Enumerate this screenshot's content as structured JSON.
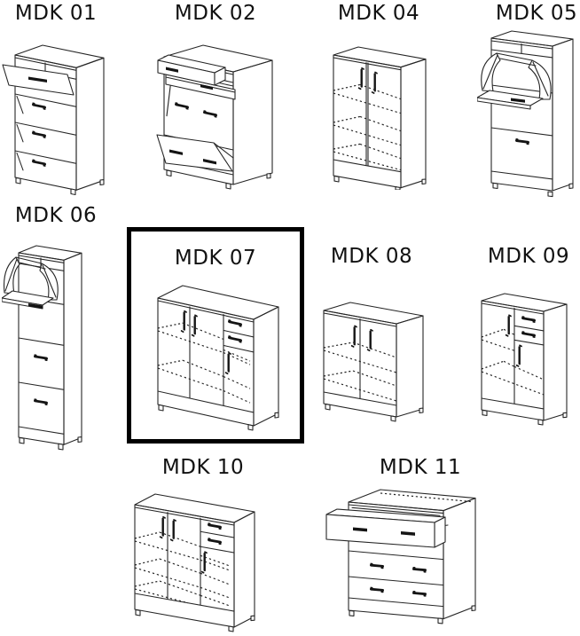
{
  "page": {
    "background_color": "#ffffff",
    "line_color": "#262626",
    "text_color": "#111111"
  },
  "catalog": {
    "selected_item": "MDK 07",
    "selected_border_color": "#000000",
    "items": [
      {
        "id": "mdk-01",
        "label": "MDK 01",
        "drawing": "tall-shoe-cabinet-4-flip-doors-top-open",
        "selected": false
      },
      {
        "id": "mdk-02",
        "label": "MDK 02",
        "drawing": "cabinet-open-top-drawer-2-flip-doors-bottom-open",
        "selected": false
      },
      {
        "id": "mdk-04",
        "label": "MDK 04",
        "drawing": "two-door-cabinet-3-shelves",
        "selected": false
      },
      {
        "id": "mdk-05",
        "label": "MDK 05",
        "drawing": "shoe-cabinet-rotating-top-compartment-2-flip-doors",
        "selected": false
      },
      {
        "id": "mdk-06",
        "label": "MDK 06",
        "drawing": "shoe-cabinet-rotating-top-compartment-3-flip-doors",
        "selected": false
      },
      {
        "id": "mdk-07",
        "label": "MDK 07",
        "drawing": "sideboard-2-doors-2-drawers-1-door",
        "selected": true
      },
      {
        "id": "mdk-08",
        "label": "MDK 08",
        "drawing": "two-door-cabinet-2-shelves",
        "selected": false
      },
      {
        "id": "mdk-09",
        "label": "MDK 09",
        "drawing": "cabinet-1-door-2-drawers-1-door",
        "selected": false
      },
      {
        "id": "mdk-10",
        "label": "MDK 10",
        "drawing": "wide-sideboard-2-doors-2-drawers-1-door-3-shelves",
        "selected": false
      },
      {
        "id": "mdk-11",
        "label": "MDK 11",
        "drawing": "chest-of-4-drawers-top-drawer-open",
        "selected": false
      }
    ]
  }
}
